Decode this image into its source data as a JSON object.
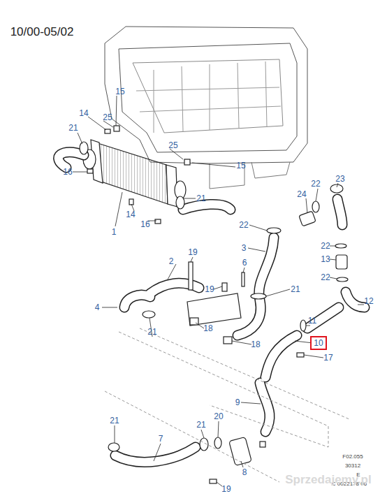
{
  "diagram": {
    "nodes": [
      {
        "text": [
          "10"
        ]
      }
    ],
    "labels": [
      "10/00-05/02",
      "15",
      "14",
      "25",
      "21",
      "25",
      "15",
      "16",
      "21",
      "14",
      "16",
      "1",
      "24",
      "22",
      "23",
      "22",
      "22",
      "13",
      "22",
      "19",
      "3",
      "6",
      "2",
      "19",
      "21",
      "11",
      "12",
      "4",
      "18",
      "21",
      "18",
      "17",
      "9",
      "21",
      "21",
      "20",
      "7",
      "8",
      "19",
      "F02.055",
      "30312",
      "E",
      "C 0022178 06",
      "Sprzedajemy.pl"
    ]
  }
}
